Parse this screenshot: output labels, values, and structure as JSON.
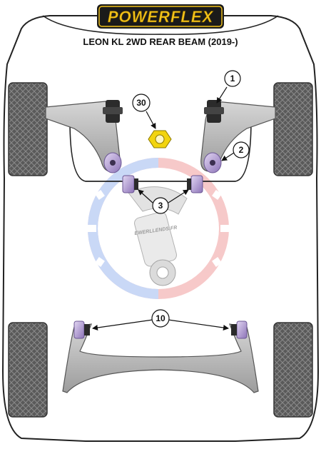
{
  "header": {
    "logo_text": "POWERFLEX",
    "subtitle": "LEON KL 2WD REAR BEAM (2019-)"
  },
  "callouts": [
    {
      "id": "1",
      "label": "1"
    },
    {
      "id": "2",
      "label": "2"
    },
    {
      "id": "3",
      "label": "3"
    },
    {
      "id": "10",
      "label": "10"
    },
    {
      "id": "30",
      "label": "30"
    }
  ],
  "watermark": {
    "text": "EWERLLENDS.FR"
  },
  "colors": {
    "logo_bg": "#1a1a1a",
    "logo_text": "#f2c21a",
    "tyre": "#555555",
    "arm_grey": "#b9b9b9",
    "bush_black": "#2b2b2b",
    "bush_purple": "#b9a3d8",
    "bush_yellow": "#f2d40f",
    "wm_red": "#f08a8a",
    "wm_blue": "#8fb0f0"
  },
  "icons": {
    "tyre": "tyre-icon",
    "bush": "bush-icon",
    "watermark": "piston-gear-watermark-icon"
  }
}
